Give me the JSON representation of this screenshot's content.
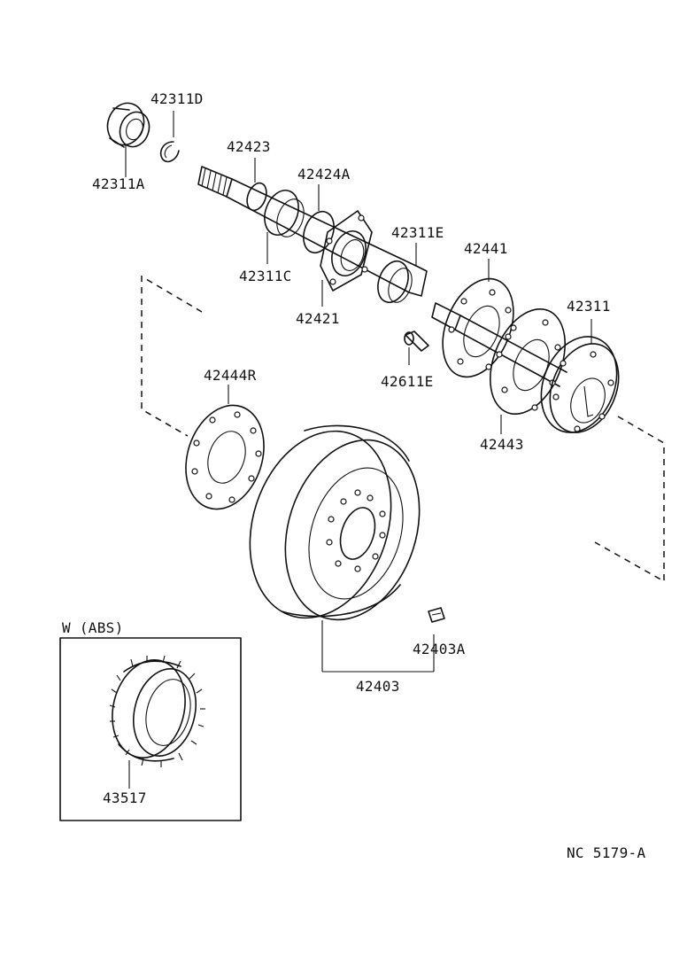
{
  "diagram": {
    "parts": [
      {
        "id": "p_42311D",
        "number": "42311D"
      },
      {
        "id": "p_42311A",
        "number": "42311A"
      },
      {
        "id": "p_42423",
        "number": "42423"
      },
      {
        "id": "p_42424A",
        "number": "42424A"
      },
      {
        "id": "p_42311E",
        "number": "42311E"
      },
      {
        "id": "p_42441",
        "number": "42441"
      },
      {
        "id": "p_42311C",
        "number": "42311C"
      },
      {
        "id": "p_42421",
        "number": "42421"
      },
      {
        "id": "p_42311",
        "number": "42311"
      },
      {
        "id": "p_42444R",
        "number": "42444R"
      },
      {
        "id": "p_42611E",
        "number": "42611E"
      },
      {
        "id": "p_42443",
        "number": "42443"
      },
      {
        "id": "p_42403A",
        "number": "42403A"
      },
      {
        "id": "p_42403",
        "number": "42403"
      },
      {
        "id": "p_43517",
        "number": "43517"
      }
    ],
    "abs_box_title": "W (ABS)",
    "drawing_code": "NC 5179-A"
  }
}
